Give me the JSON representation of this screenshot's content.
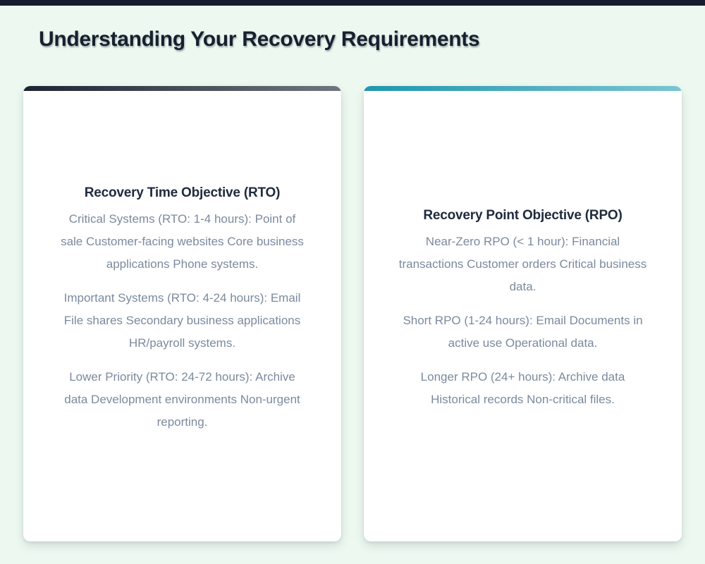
{
  "page": {
    "title": "Understanding Your Recovery Requirements"
  },
  "colors": {
    "page_background": "#edf9f0",
    "top_bar": "#141c2e",
    "title_text": "#16202e",
    "card_heading_text": "#202b3d",
    "card_body_text": "#7b8a9e",
    "card_background": "#ffffff"
  },
  "cards": [
    {
      "heading": "Recovery Time Objective (RTO)",
      "accent_gradient_from": "#1b2433",
      "accent_gradient_to": "#6f7680",
      "paragraphs": [
        "Critical Systems (RTO: 1-4 hours): Point of sale Customer-facing websites Core business applications Phone systems.",
        "Important Systems (RTO: 4-24 hours): Email File shares Secondary business applications HR/payroll systems.",
        "Lower Priority (RTO: 24-72 hours): Archive data Development environments Non-urgent reporting."
      ]
    },
    {
      "heading": "Recovery Point Objective (RPO)",
      "accent_gradient_from": "#1f96ae",
      "accent_gradient_to": "#7ac5d3",
      "paragraphs": [
        "Near-Zero RPO (< 1 hour): Financial transactions Customer orders Critical business data.",
        "Short RPO (1-24 hours): Email Documents in active use Operational data.",
        "Longer RPO (24+ hours): Archive data Historical records Non-critical files."
      ]
    }
  ]
}
